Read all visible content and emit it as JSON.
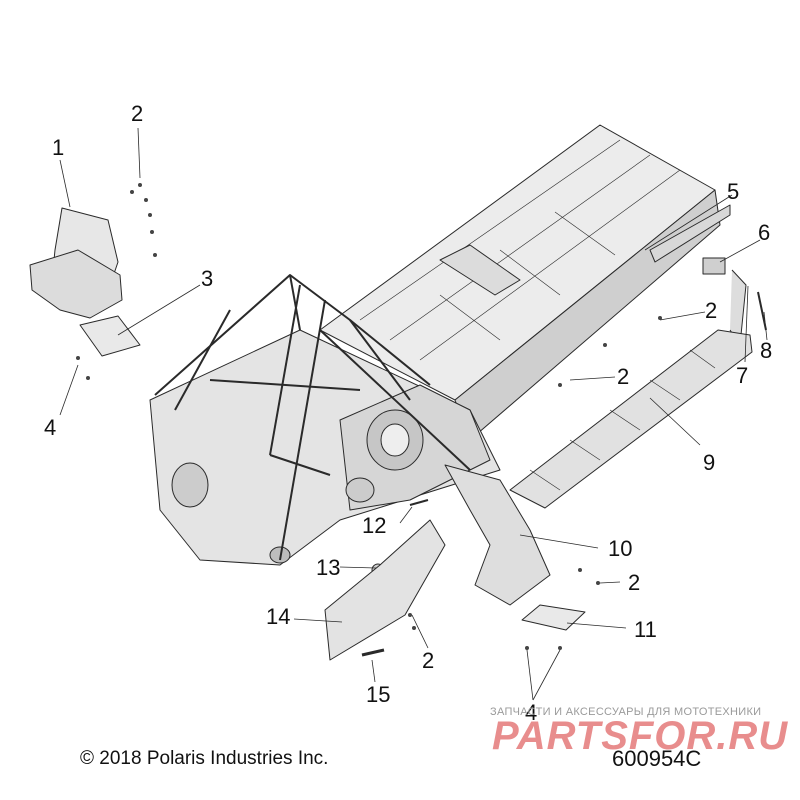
{
  "callouts": [
    {
      "id": "c1",
      "label": "1"
    },
    {
      "id": "c2a",
      "label": "2"
    },
    {
      "id": "c3",
      "label": "3"
    },
    {
      "id": "c4a",
      "label": "4"
    },
    {
      "id": "c5",
      "label": "5"
    },
    {
      "id": "c6",
      "label": "6"
    },
    {
      "id": "c2b",
      "label": "2"
    },
    {
      "id": "c8",
      "label": "8"
    },
    {
      "id": "c7",
      "label": "7"
    },
    {
      "id": "c2c",
      "label": "2"
    },
    {
      "id": "c9",
      "label": "9"
    },
    {
      "id": "c10",
      "label": "10"
    },
    {
      "id": "c12",
      "label": "12"
    },
    {
      "id": "c13",
      "label": "13"
    },
    {
      "id": "c2d",
      "label": "2"
    },
    {
      "id": "c14",
      "label": "14"
    },
    {
      "id": "c11",
      "label": "11"
    },
    {
      "id": "c2e",
      "label": "2"
    },
    {
      "id": "c15",
      "label": "15"
    },
    {
      "id": "c4b",
      "label": "4"
    }
  ],
  "footer": {
    "copyright": "© 2018 Polaris Industries Inc.",
    "diagram_number": "600954C"
  },
  "watermark": {
    "tagline": "ЗАПЧАСТИ И АКСЕССУАРЫ ДЛЯ МОТОТЕХНИКИ",
    "brand": "PARTSFOR.RU"
  },
  "colors": {
    "line": "#2a2a2a",
    "part_fill": "#e9e9e9",
    "shade": "#bdbdbd",
    "watermark": "#d63030"
  }
}
